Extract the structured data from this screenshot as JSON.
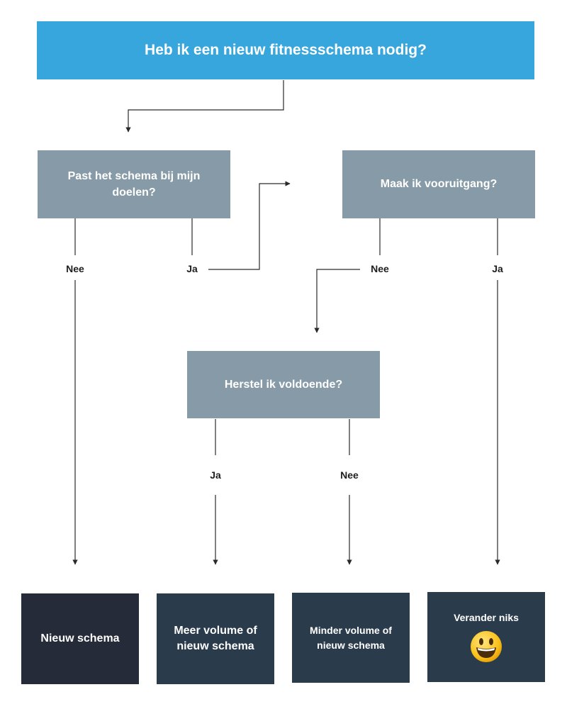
{
  "colors": {
    "top_box": "#37a6dd",
    "question_box": "#869ba7",
    "result_box": "#2a3b4c",
    "result_box_dark": "#252b38",
    "lines": "#2a2a2a"
  },
  "question_main": "Heb ik een nieuw fitnessschema nodig?",
  "question_goals": "Past het schema bij mijn doelen?",
  "question_progress": "Maak ik vooruitgang?",
  "question_recovery": "Herstel ik voldoende?",
  "labels": {
    "goals_no": "Nee",
    "goals_yes": "Ja",
    "progress_no": "Nee",
    "progress_yes": "Ja",
    "recovery_yes": "Ja",
    "recovery_no": "Nee"
  },
  "outcomes": {
    "new_schema": "Nieuw schema",
    "more_volume": "Meer volume of nieuw schema",
    "less_volume": "Minder volume of nieuw schema",
    "no_change": "Verander niks"
  },
  "icons": {
    "no_change": "smiley-icon"
  }
}
